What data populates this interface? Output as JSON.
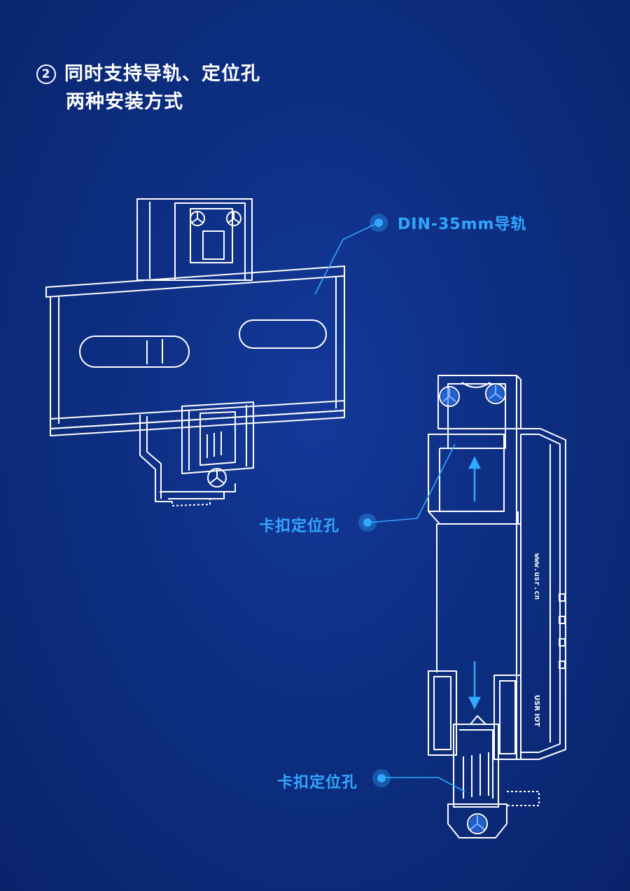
{
  "title": {
    "number": "2",
    "line1": "同时支持导轨、定位孔",
    "line2": "两种安装方式"
  },
  "callouts": {
    "din_rail": "DIN-35mm导轨",
    "clip_hole_top": "卡扣定位孔",
    "clip_hole_bottom": "卡扣定位孔"
  },
  "device": {
    "side_text": "www.usr.cn",
    "brand": "USR IOT"
  },
  "colors": {
    "background": "#0b2a78",
    "line": "#ffffff",
    "accent": "#2fa8ff"
  }
}
